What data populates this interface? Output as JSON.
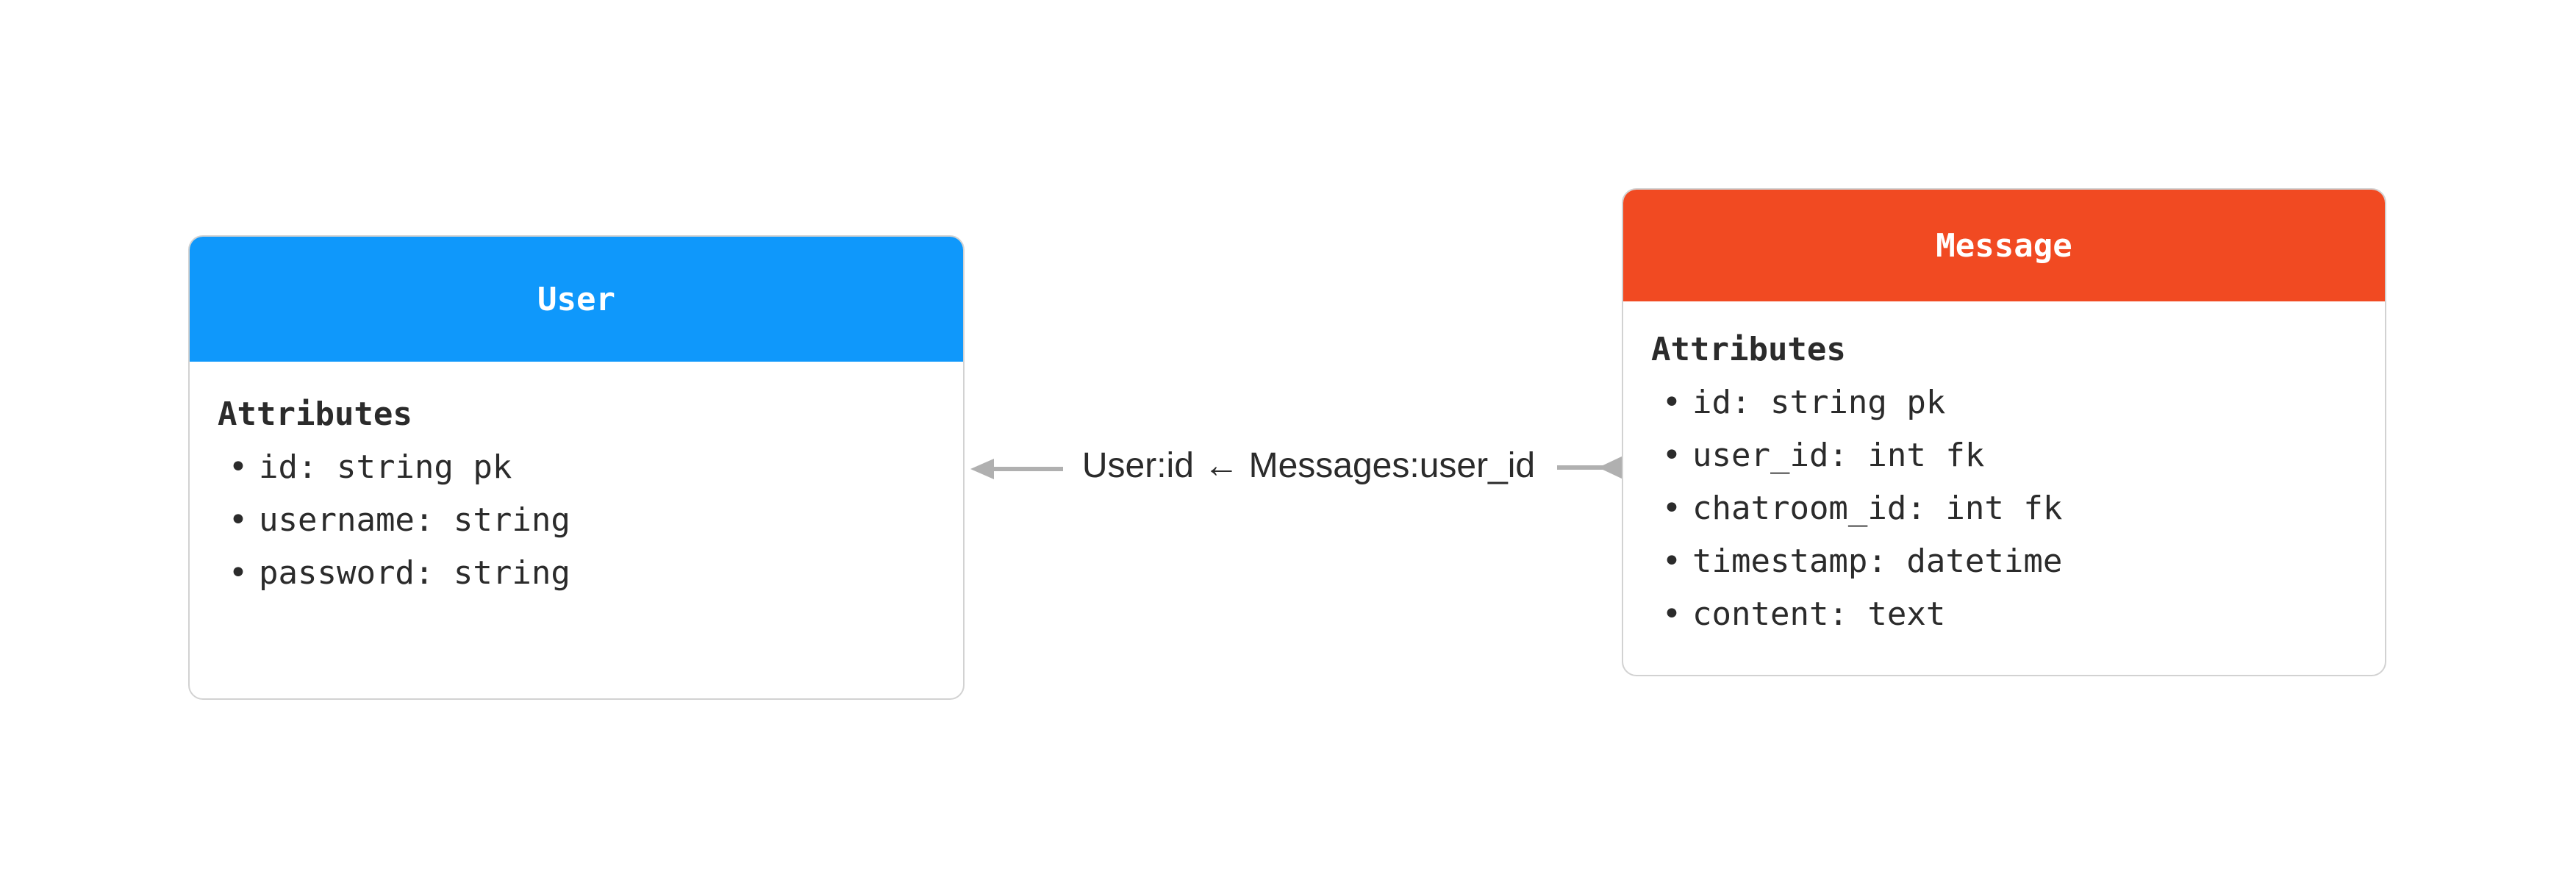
{
  "entities": {
    "user": {
      "title": "User",
      "section_label": "Attributes",
      "attributes": [
        "id: string pk",
        "username: string",
        "password: string"
      ],
      "header_color": "#0f98fb"
    },
    "message": {
      "title": "Message",
      "section_label": "Attributes",
      "attributes": [
        "id: string pk",
        "user_id: int fk",
        "chatroom_id: int fk",
        "timestamp: datetime",
        "content: text"
      ],
      "header_color": "#f14a22"
    }
  },
  "relationship": {
    "label": "User:id ← Messages:user_id",
    "from": "message",
    "to": "user",
    "line_color": "#b0b0b0"
  }
}
